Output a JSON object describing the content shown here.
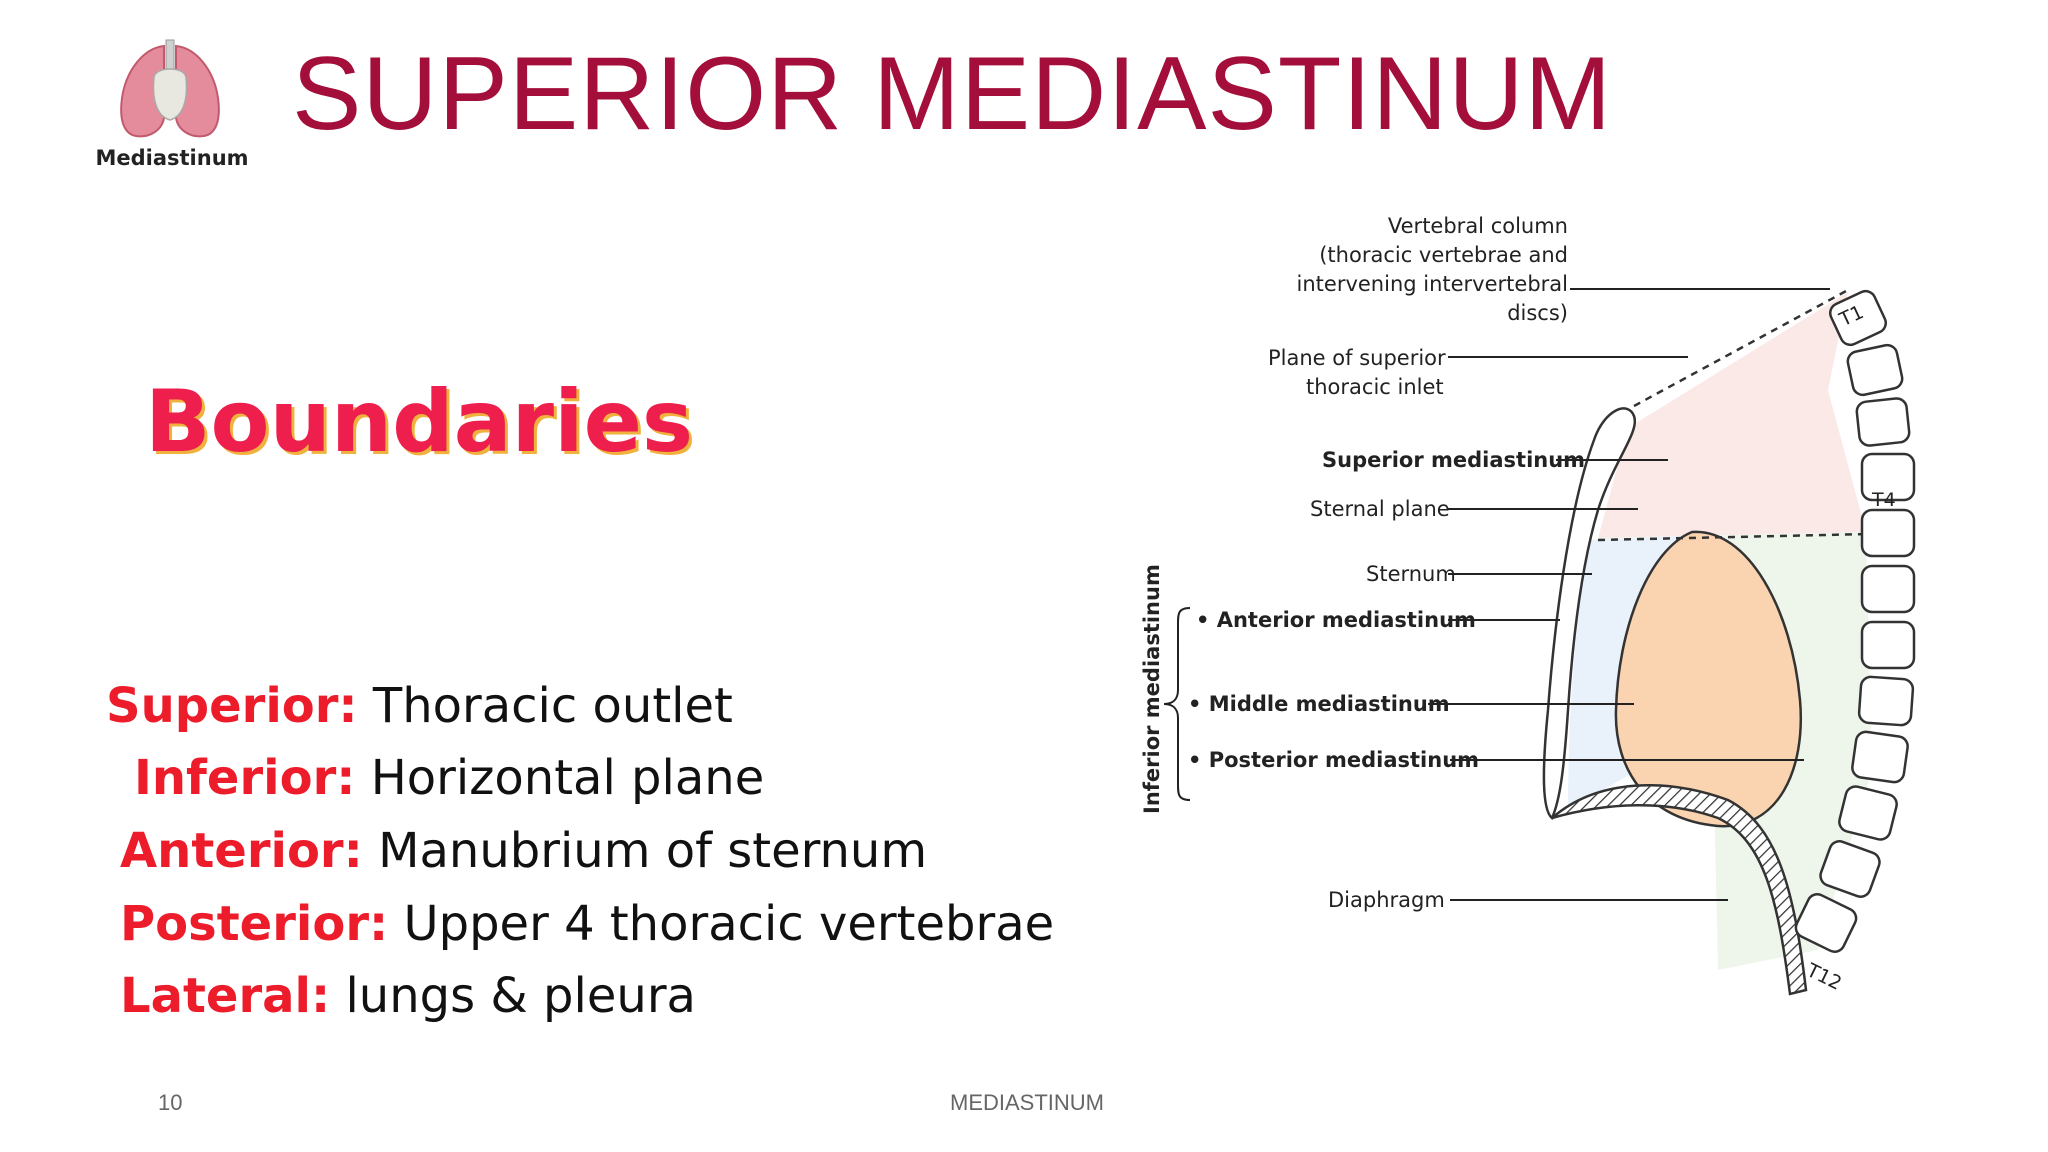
{
  "logo": {
    "caption": "Mediastinum"
  },
  "slide": {
    "title": "SUPERIOR MEDIASTINUM",
    "subheading": "Boundaries",
    "boundaries": [
      {
        "label": "Superior:",
        "text": "Thoracic outlet"
      },
      {
        "label": "Inferior:",
        "text": "Horizontal plane"
      },
      {
        "label": "Anterior:",
        "text": "Manubrium of sternum"
      },
      {
        "label": "Posterior:",
        "text": "Upper 4 thoracic vertebrae"
      },
      {
        "label": "Lateral:",
        "text": "lungs & pleura"
      }
    ]
  },
  "figure": {
    "labels": {
      "vertebral_column": [
        "Vertebral column",
        "(thoracic vertebrae and",
        "intervening intervertebral",
        "discs)"
      ],
      "plane_inlet": [
        "Plane of superior",
        "thoracic inlet"
      ],
      "superior_mediastinum": "Superior mediastinum",
      "sternal_plane": "Sternal plane",
      "sternum": "Sternum",
      "anterior_mediastinum": "• Anterior mediastinum",
      "middle_mediastinum": "• Middle mediastinum",
      "posterior_mediastinum": "• Posterior mediastinum",
      "diaphragm": "Diaphragm",
      "inferior_mediastinum": "Inferior mediastinum"
    },
    "vertebra_labels": {
      "t1": "T1",
      "t4": "T4",
      "t12": "T12"
    },
    "colors": {
      "superior_region": "#fbe9e8",
      "inferior_region": "#eef6ec",
      "heart": "#fad3b0",
      "anterior_region": "#e9f1fb"
    }
  },
  "footer": {
    "page_number": "10",
    "center_text": "MEDIASTINUM"
  }
}
